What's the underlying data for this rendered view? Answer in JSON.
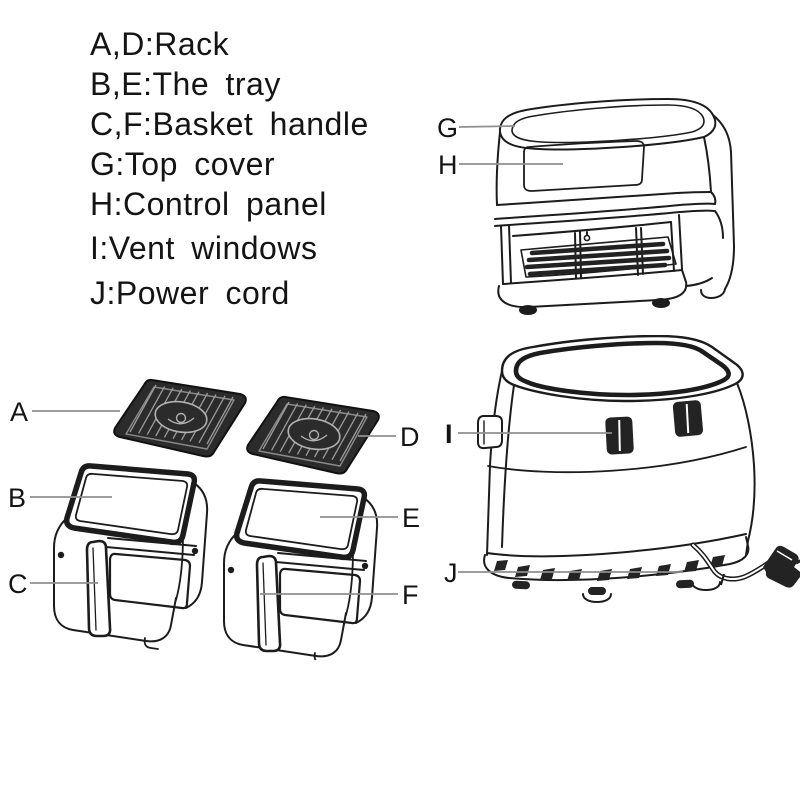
{
  "page": {
    "background_color": "#ffffff",
    "artwork_line_color": "#1c1c1c",
    "leader_line_color": "#8f8f8f",
    "dark_fill_color": "#262626",
    "text_color": "#141414"
  },
  "legend": {
    "items": [
      "A,D:Rack",
      "B,E:The tray",
      "C,F:Basket handle",
      "G:Top cover",
      "H:Control panel",
      "I:Vent windows",
      "J:Power cord"
    ]
  },
  "callouts": {
    "front_view": {
      "top_cover": "G",
      "control_panel": "H"
    },
    "parts_view": {
      "rack_left": "A",
      "tray_left": "B",
      "handle_left": "C",
      "rack_right": "D",
      "tray_right": "E",
      "handle_right": "F"
    },
    "back_view": {
      "vent_windows": "I",
      "power_cord": "J"
    }
  }
}
